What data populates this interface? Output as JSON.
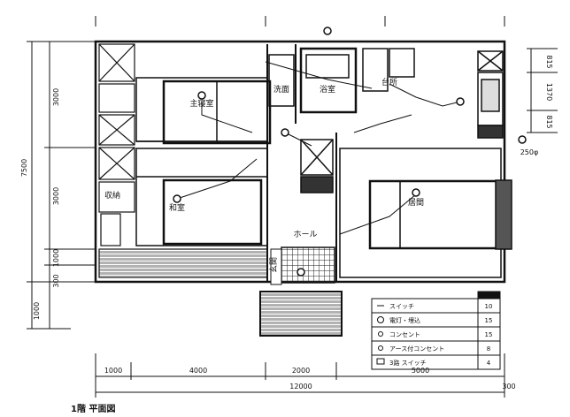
{
  "title": "1階 平面図",
  "rooms": {
    "master_bedroom": "主寝室",
    "bedroom": "和室",
    "living": "居間",
    "bath": "浴室",
    "kitchen": "台所",
    "washroom": "洗面",
    "hall": "ホール",
    "storage": "収納",
    "porch": "玄関"
  },
  "dimensions": {
    "bottom_segments": [
      "1000",
      "4000",
      "2000",
      "5000"
    ],
    "total": "12000",
    "right_end": "300",
    "left_vertical": [
      "3000",
      "3000",
      "1000",
      "300",
      "1000"
    ],
    "left_total": "7500",
    "right_vertical": [
      "815",
      "1370",
      "815"
    ],
    "right_note": "250φ"
  },
  "legend": {
    "rows": [
      {
        "label": "スイッチ",
        "count": "10"
      },
      {
        "label": "電灯・埋込",
        "count": "15"
      },
      {
        "label": "コンセント",
        "count": "15"
      },
      {
        "label": "アース付コンセント",
        "count": "8"
      },
      {
        "label": "3路 スイッチ",
        "count": "4"
      }
    ]
  },
  "colors": {
    "line": "#111111",
    "fill": "#3a3a3a",
    "hatch": "#555555"
  }
}
